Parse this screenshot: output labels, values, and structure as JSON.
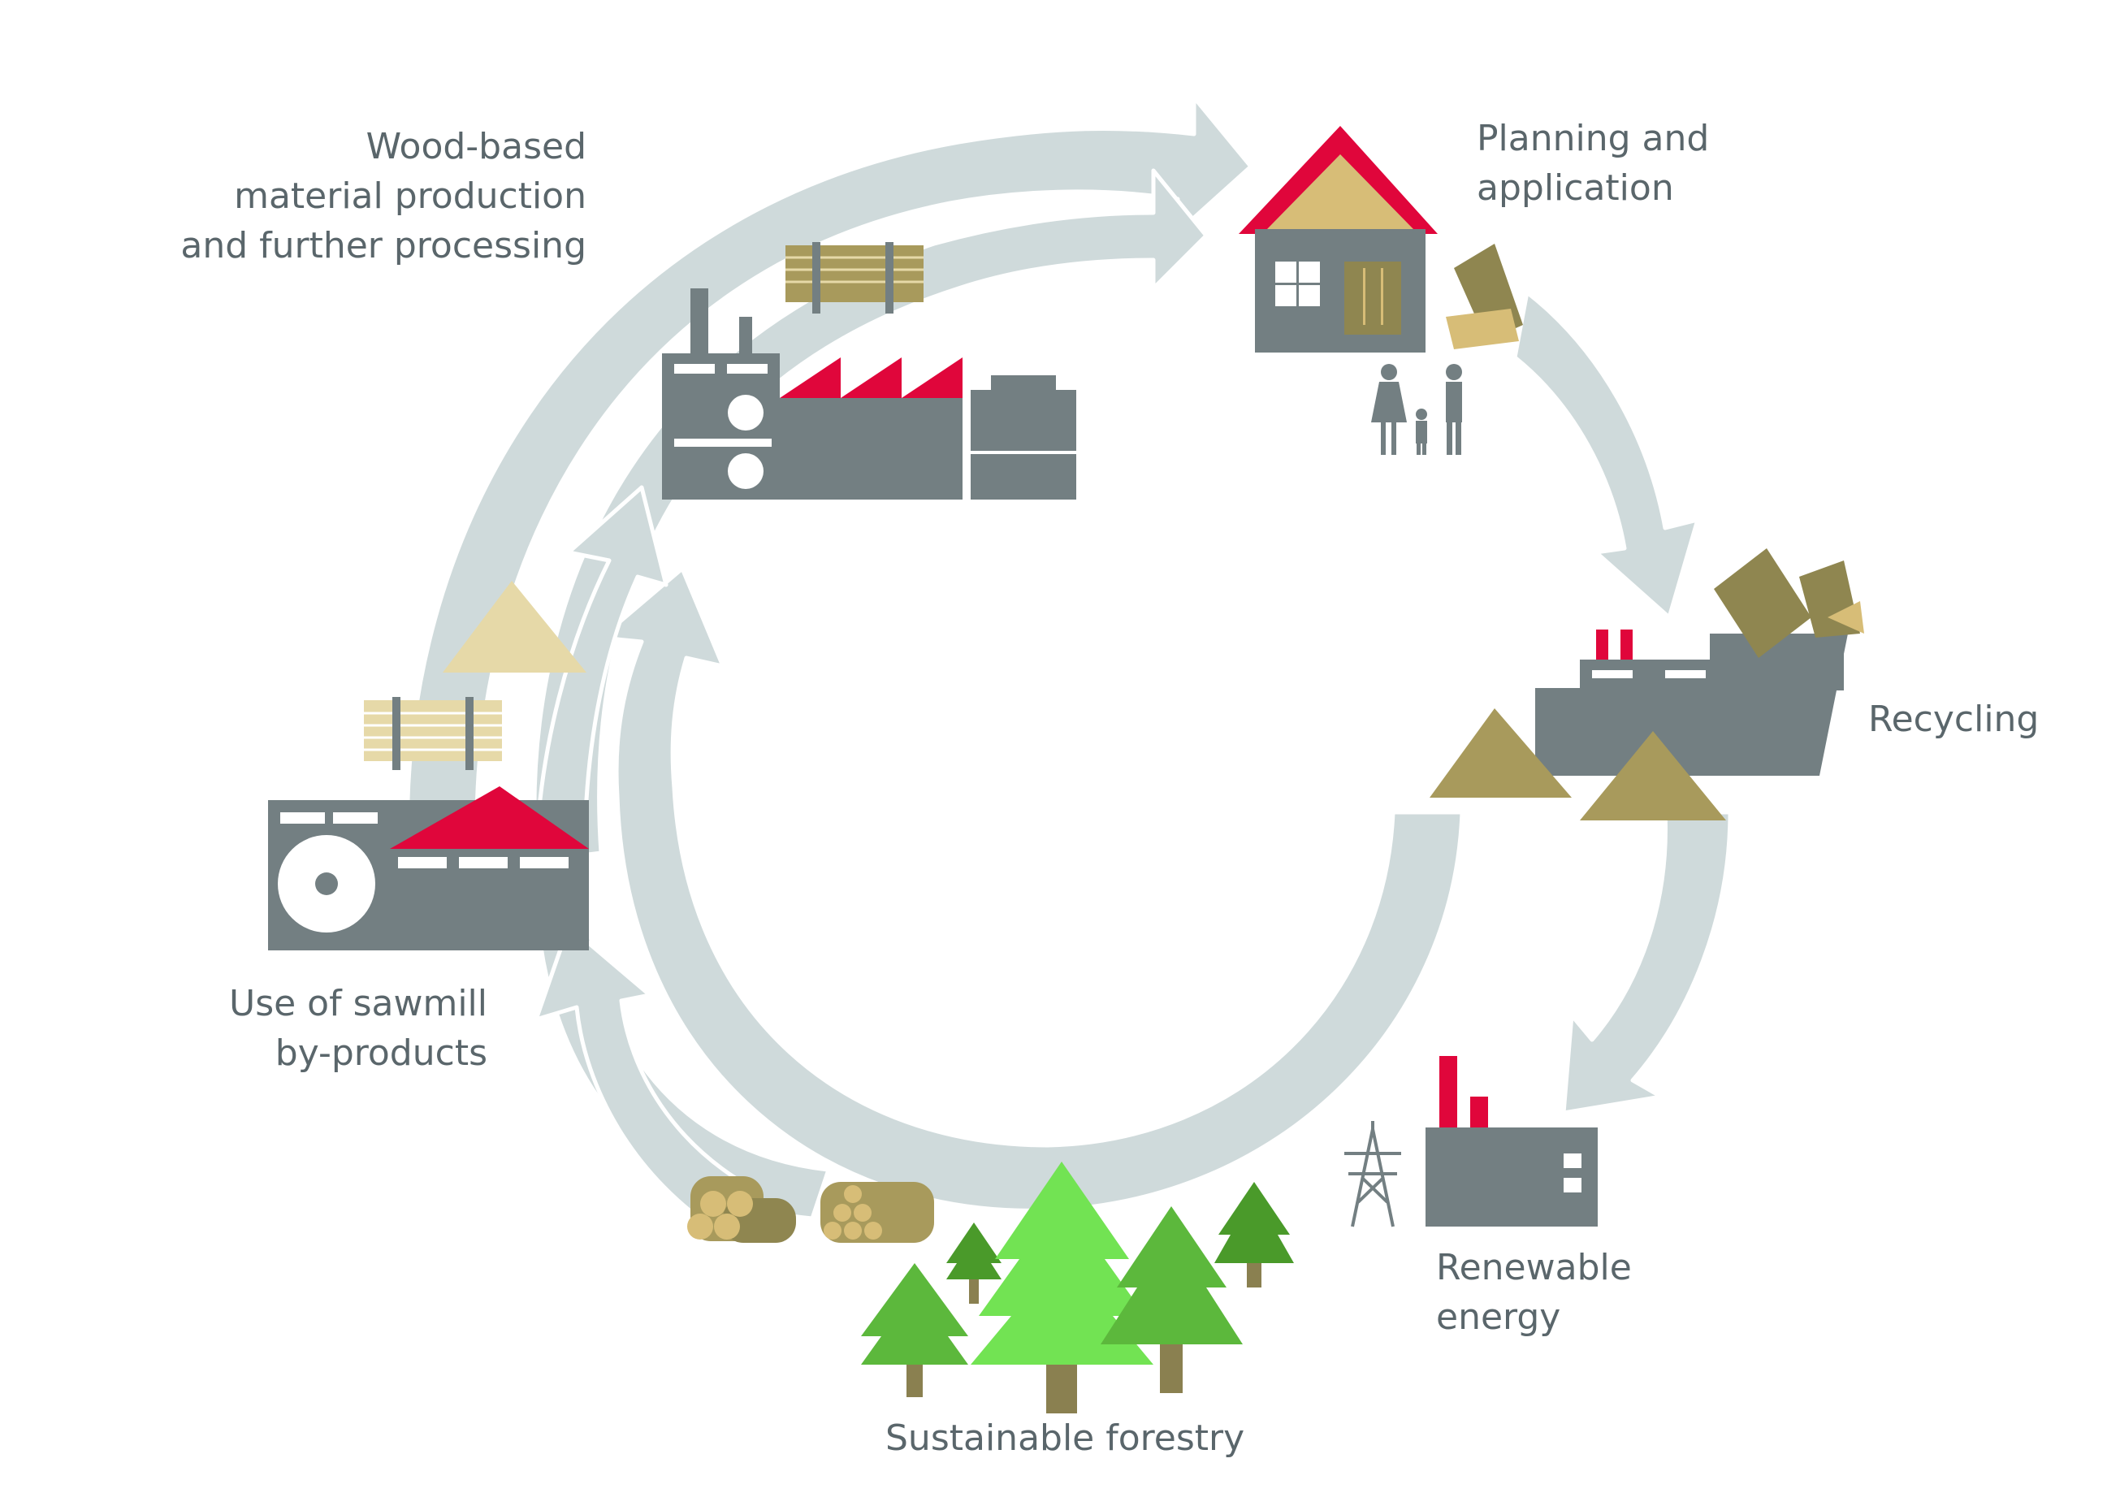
{
  "colors": {
    "arrow": "#cfdadb",
    "building": "#737f82",
    "roof": "#e0063b",
    "timber_light": "#e6d9a8",
    "timber_dark": "#a89a5c",
    "olive": "#8f8650",
    "tree_light": "#72e353",
    "tree_mid": "#5cb83c",
    "tree_dark": "#4a9a2a",
    "trunk": "#8a8050",
    "text": "#5a666b"
  },
  "labels": {
    "wood_based": {
      "line1": "Wood-based",
      "line2": "material production",
      "line3": "and further processing"
    },
    "planning": {
      "line1": "Planning and",
      "line2": "application"
    },
    "recycling": {
      "line1": "Recycling"
    },
    "renewable": {
      "line1": "Renewable",
      "line2": "energy"
    },
    "sawmill": {
      "line1": "Use of sawmill",
      "line2": "by-products"
    },
    "forestry": {
      "line1": "Sustainable forestry"
    }
  }
}
